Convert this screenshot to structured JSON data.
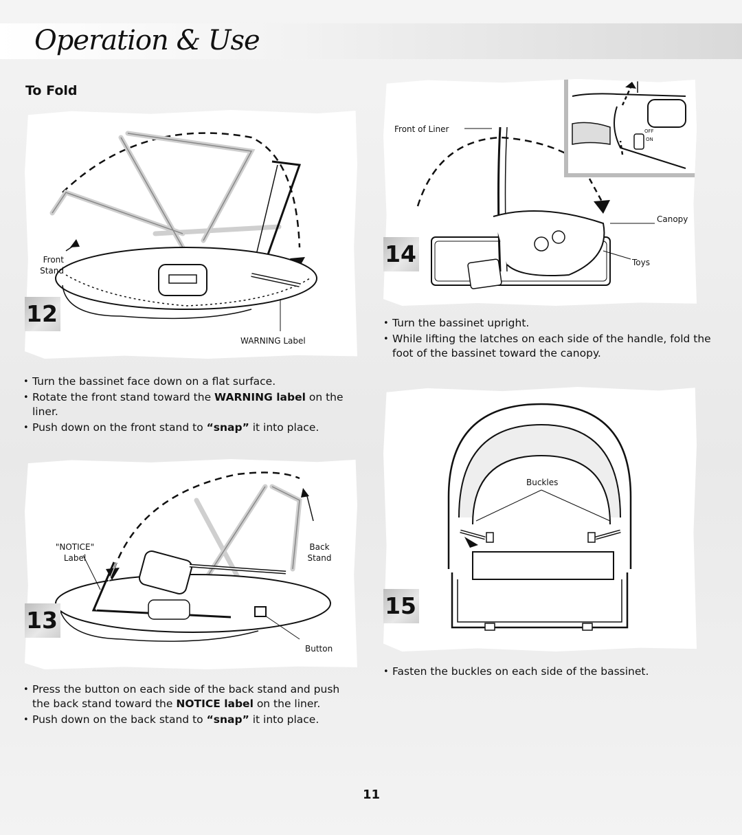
{
  "header": {
    "title": "Operation & Use"
  },
  "section": {
    "title": "To Fold"
  },
  "steps": {
    "s12": {
      "number": "12",
      "labels": {
        "front_stand_1": "Front",
        "front_stand_2": "Stand",
        "warning": "WARNING Label"
      },
      "bullets": [
        {
          "text": "Turn the bassinet face down on a flat surface."
        },
        {
          "pre": "Rotate the front stand toward the ",
          "bold": "WARNING label",
          "post": " on the liner."
        },
        {
          "pre": "Push down on the front stand to ",
          "bold": "“snap”",
          "post": " it into place."
        }
      ]
    },
    "s13": {
      "number": "13",
      "labels": {
        "notice_1": "\"NOTICE\"",
        "notice_2": "Label",
        "back_1": "Back",
        "back_2": "Stand",
        "button": "Button"
      },
      "bullets": [
        {
          "pre": "Press the button on each side of the back stand and push the back stand toward the ",
          "bold": "NOTICE label",
          "post": " on the liner."
        },
        {
          "pre": "Push down on the back stand to ",
          "bold": "“snap”",
          "post": " it into place."
        }
      ]
    },
    "s14": {
      "number": "14",
      "labels": {
        "front_of_liner": "Front of Liner",
        "canopy": "Canopy",
        "toys": "Toys",
        "off": "OFF",
        "on": "ON"
      },
      "bullets": [
        {
          "text": "Turn the bassinet upright."
        },
        {
          "text": "While lifting the latches on each side of the handle, fold the foot of the bassinet toward the canopy."
        }
      ]
    },
    "s15": {
      "number": "15",
      "labels": {
        "buckles": "Buckles"
      },
      "bullets": [
        {
          "text": "Fasten the buckles on each side of the bassinet."
        }
      ]
    }
  },
  "footer": {
    "page_number": "11"
  }
}
